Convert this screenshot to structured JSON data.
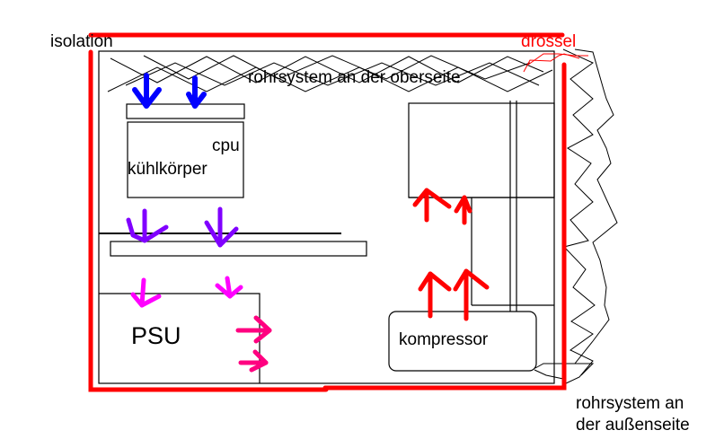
{
  "labels": {
    "isolation": "isolation",
    "drossel": "drossel",
    "top_pipe_system": "rohrsystem an der oberseite",
    "cpu": "cpu",
    "heatsink": "kühlkörper",
    "psu": "PSU",
    "compressor": "kompressor",
    "outside_pipe_system_line1": "rohrsystem an",
    "outside_pipe_system_line2": "der außenseite"
  },
  "colors": {
    "insulation": "#ff0000",
    "outline": "#000000",
    "cpu_airflow": "#0000ff",
    "board_airflow": "#8000ff",
    "psu_intake": "#ff00ff",
    "psu_exhaust": "#ff0080",
    "compressor_flow": "#ff0000",
    "drossel": "#ff0000"
  },
  "airflow": {
    "cpu_fan_arrows": 2,
    "board_arrows": 2,
    "psu_intake_arrows": 2,
    "psu_exhaust_arrows": 2,
    "compressor_arrows": 4
  }
}
